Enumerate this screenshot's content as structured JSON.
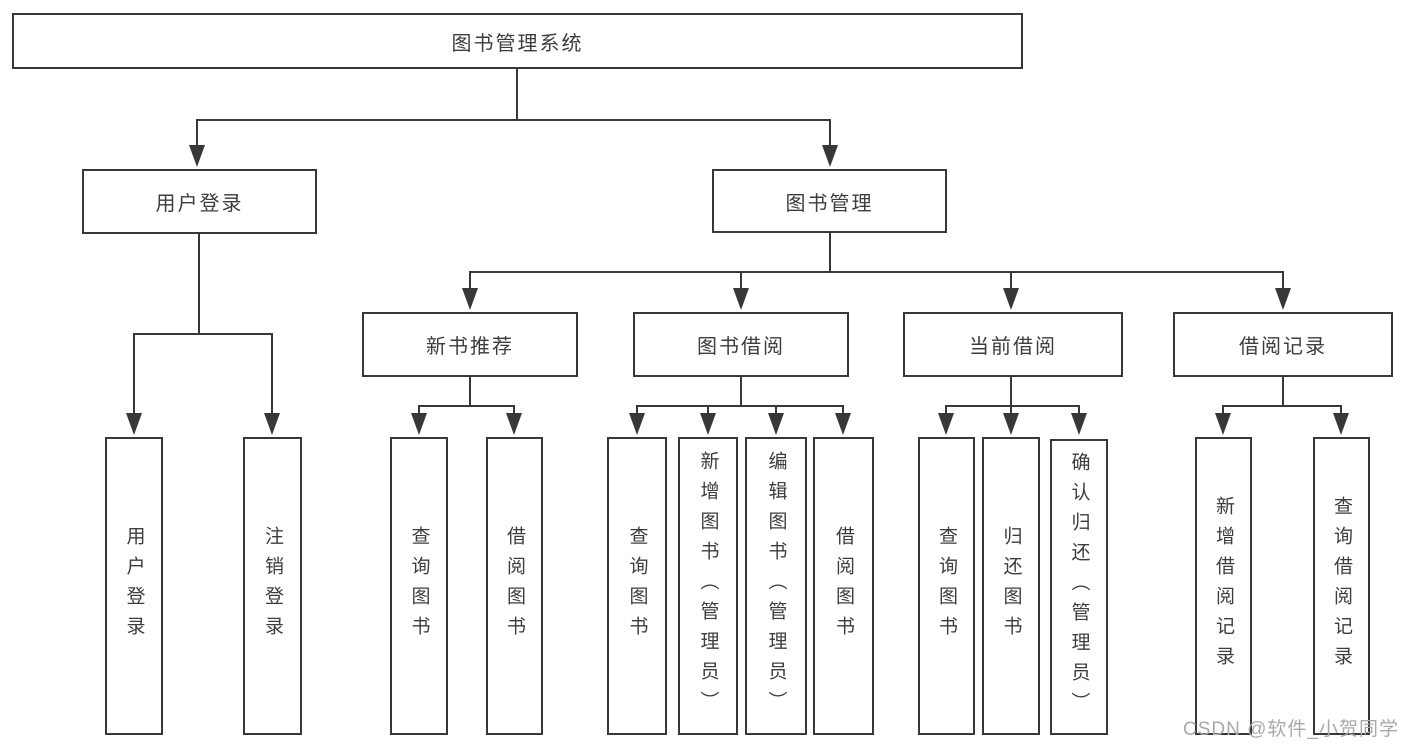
{
  "diagram": {
    "root_label": "图书管理系统",
    "branches": [
      {
        "label": "用户登录",
        "children": [
          {
            "label": "用户登录"
          },
          {
            "label": "注销登录"
          }
        ]
      },
      {
        "label": "图书管理",
        "children": [
          {
            "label": "新书推荐",
            "children": [
              {
                "label": "查询图书"
              },
              {
                "label": "借阅图书"
              }
            ]
          },
          {
            "label": "图书借阅",
            "children": [
              {
                "label": "查询图书"
              },
              {
                "label": "新增图书（管理员）"
              },
              {
                "label": "编辑图书（管理员）"
              },
              {
                "label": "借阅图书"
              }
            ]
          },
          {
            "label": "当前借阅",
            "children": [
              {
                "label": "查询图书"
              },
              {
                "label": "归还图书"
              },
              {
                "label": "确认归还（管理员）"
              }
            ]
          },
          {
            "label": "借阅记录",
            "children": [
              {
                "label": "新增借阅记录"
              },
              {
                "label": "查询借阅记录"
              }
            ]
          }
        ]
      }
    ]
  },
  "watermark": {
    "text": "CSDN @软件_小贺同学"
  },
  "colors": {
    "line": "#383838",
    "text": "#3d3d3d",
    "box_background": "#ffffff",
    "page_background": "#ffffff",
    "watermark": "#a9a9a9"
  }
}
